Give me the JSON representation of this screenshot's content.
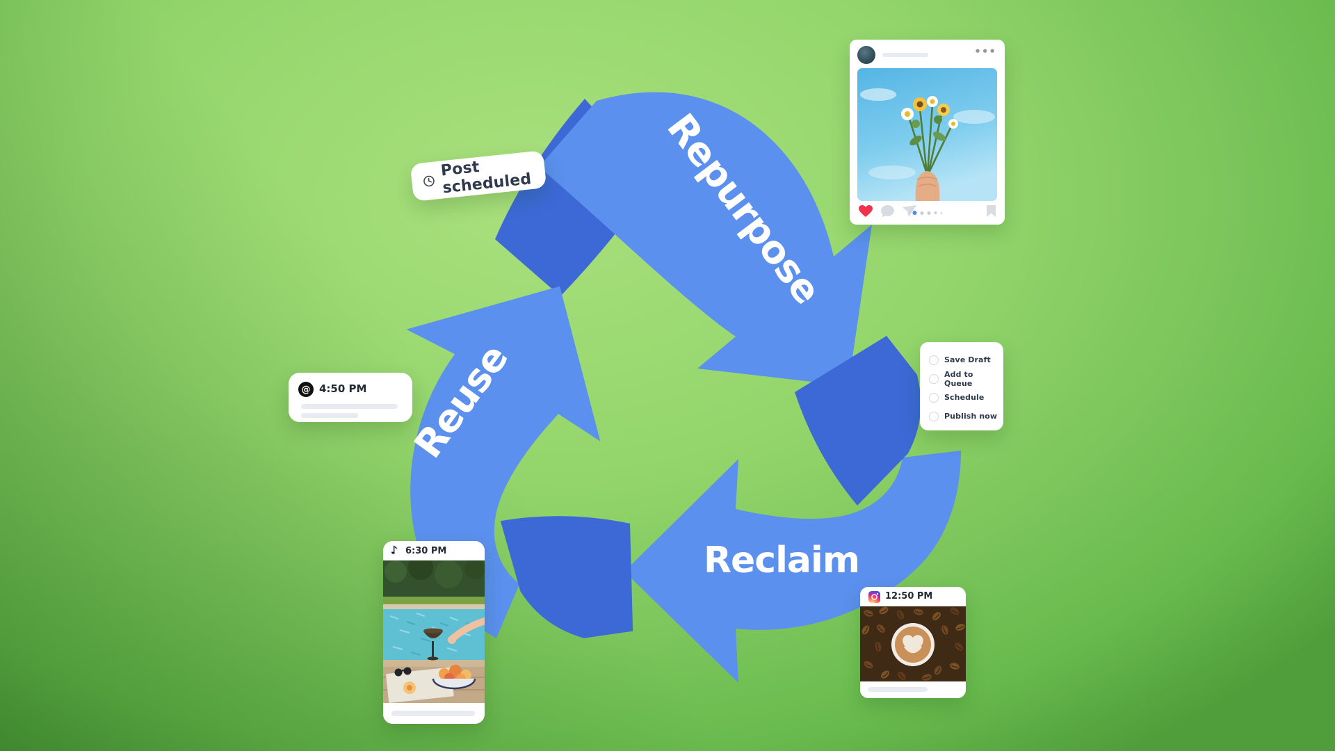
{
  "cycle": {
    "arrows": [
      {
        "label": "Repurpose"
      },
      {
        "label": "Reclaim"
      },
      {
        "label": "Reuse"
      }
    ]
  },
  "scheduled_badge": {
    "label": "Post scheduled",
    "icon": "clock"
  },
  "instagram_post_card": {
    "network": "instagram",
    "photo": "flower-bouquet-held-against-blue-sky",
    "action_icons": [
      "heart",
      "comment",
      "share",
      "bookmark"
    ],
    "more_label": "...",
    "carousel_dots": 5,
    "active_dot_index": 0
  },
  "menu_card": {
    "items": [
      {
        "label": "Save Draft"
      },
      {
        "label": "Add to Queue"
      },
      {
        "label": "Schedule"
      },
      {
        "label": "Publish now"
      }
    ]
  },
  "threads_card": {
    "network": "threads",
    "time": "4:50 PM"
  },
  "tiktok_card": {
    "network": "tiktok",
    "time": "6:30 PM",
    "photo": "poolside-fruit-and-cocktail"
  },
  "instagram_time_card": {
    "network": "instagram",
    "time": "12:50 PM",
    "photo": "latte-art-on-coffee-beans"
  },
  "colors": {
    "arrow-light": "#5b90ee",
    "arrow-dark": "#3c69d6",
    "heart-red": "#f0334b",
    "icon-gray": "#d7dbe2",
    "bar-gray": "#e8ebef",
    "text-dark": "#2f3a4d",
    "dot-blue": "#4f87f5",
    "bg-bright": "#a9e07d",
    "bg-dark": "#4f9e3b"
  }
}
